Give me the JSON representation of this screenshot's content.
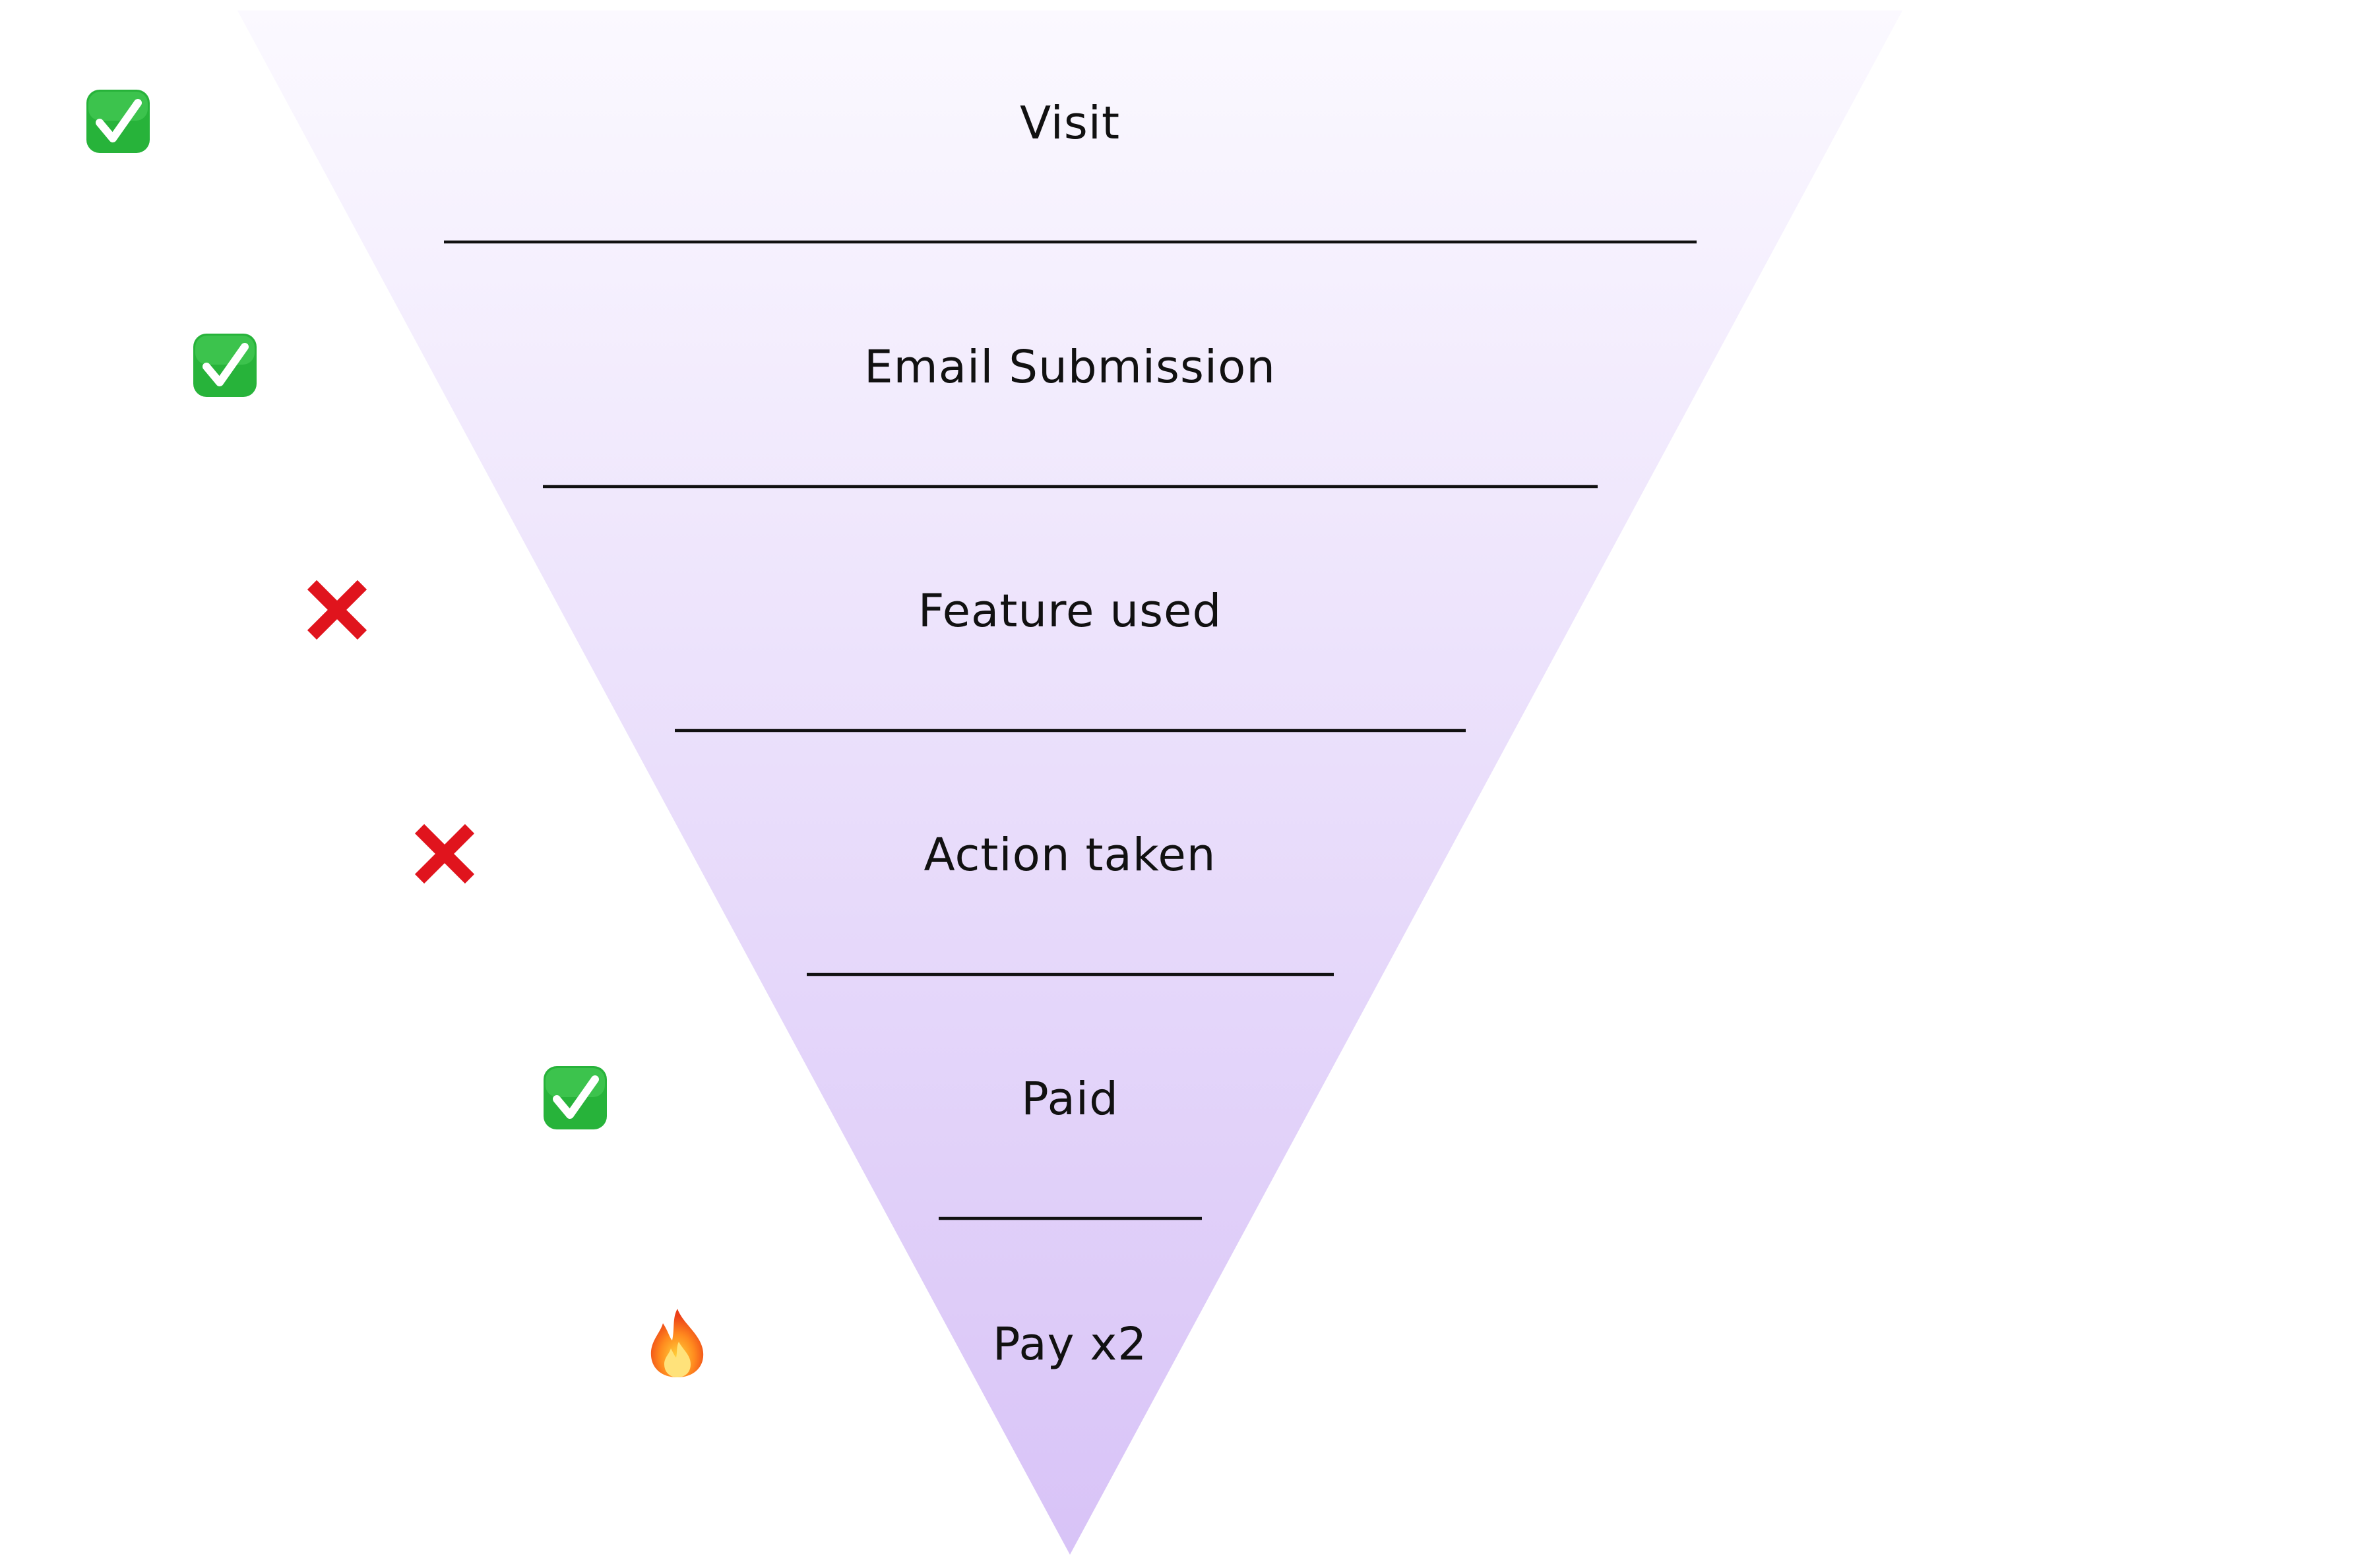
{
  "funnel": {
    "colors": {
      "gradient_top": "#fbf9ff",
      "gradient_bottom": "#d8c3f7",
      "line": "#111111",
      "check_bg": "#27b33a",
      "cross": "#e0141d"
    },
    "stages": [
      {
        "label": "Visit",
        "status": "check",
        "icon": "check-mark-icon"
      },
      {
        "label": "Email Submission",
        "status": "check",
        "icon": "check-mark-icon"
      },
      {
        "label": "Feature used",
        "status": "cross",
        "icon": "cross-mark-icon"
      },
      {
        "label": "Action taken",
        "status": "cross",
        "icon": "cross-mark-icon"
      },
      {
        "label": "Paid",
        "status": "check",
        "icon": "check-mark-icon"
      },
      {
        "label": "Pay x2",
        "status": "fire",
        "icon": "fire-icon"
      }
    ]
  }
}
